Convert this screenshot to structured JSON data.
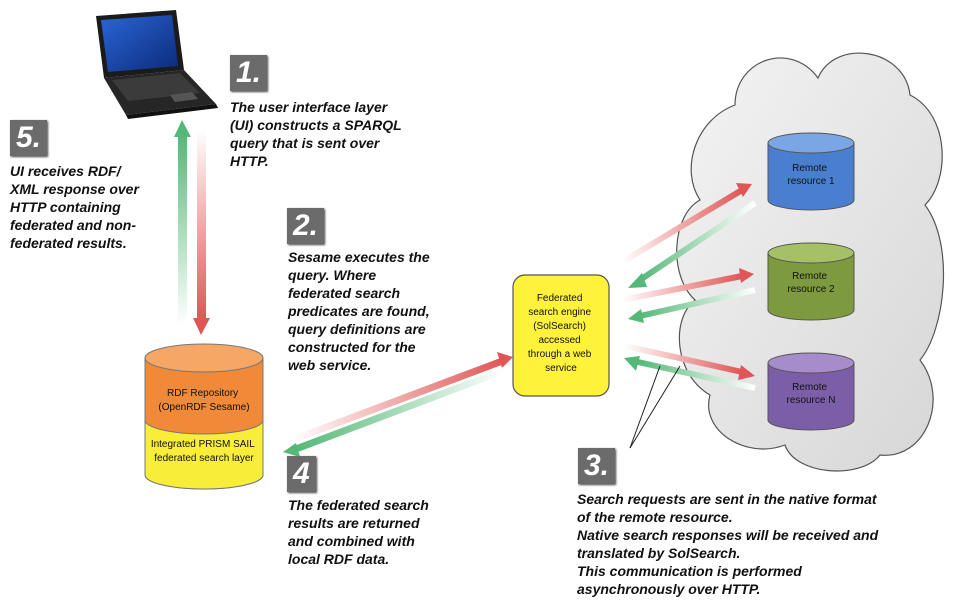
{
  "steps": [
    {
      "badge": "1.",
      "lines": [
        "The user interface layer",
        "(UI) constructs a SPARQL",
        "query that is sent over",
        "HTTP."
      ]
    },
    {
      "badge": "2.",
      "lines": [
        "Sesame executes the",
        "query. Where",
        "federated search",
        "predicates are found,",
        "query definitions are",
        "constructed for the",
        "web service."
      ]
    },
    {
      "badge": "3.",
      "lines": [
        "Search requests are sent in the native format",
        "of the remote resource.",
        "Native search responses will be received and",
        "translated by SolSearch.",
        "This communication is performed",
        "asynchronously over HTTP."
      ]
    },
    {
      "badge": "4",
      "lines": [
        "The federated search",
        "results are returned",
        "and combined with",
        "local RDF data."
      ]
    },
    {
      "badge": "5.",
      "lines": [
        "UI receives RDF/",
        "XML response over",
        "HTTP containing",
        "federated and non-",
        "federated results."
      ]
    }
  ],
  "repository": {
    "top_lines": [
      "RDF Repository",
      "(OpenRDF Sesame)"
    ],
    "bottom_lines": [
      "Integrated PRISM SAIL",
      "federated search layer"
    ]
  },
  "engine": {
    "lines": [
      "Federated",
      "search engine",
      "(SolSearch)",
      "accessed",
      "through a web",
      "service"
    ]
  },
  "resources": [
    {
      "lines": [
        "Remote",
        "resource 1"
      ],
      "color": "#4a7fd0"
    },
    {
      "lines": [
        "Remote",
        "resource 2"
      ],
      "color": "#7e9a3e"
    },
    {
      "lines": [
        "Remote",
        "resource N"
      ],
      "color": "#7c5ea8"
    }
  ],
  "colors": {
    "request_arrow": "#e05555",
    "response_arrow": "#55b878",
    "engine_fill": "#fff23a",
    "repo_top": "#f08a38",
    "repo_bottom": "#f8ee3a"
  },
  "icons": {
    "laptop": "laptop-icon",
    "cloud": "cloud-shape"
  }
}
